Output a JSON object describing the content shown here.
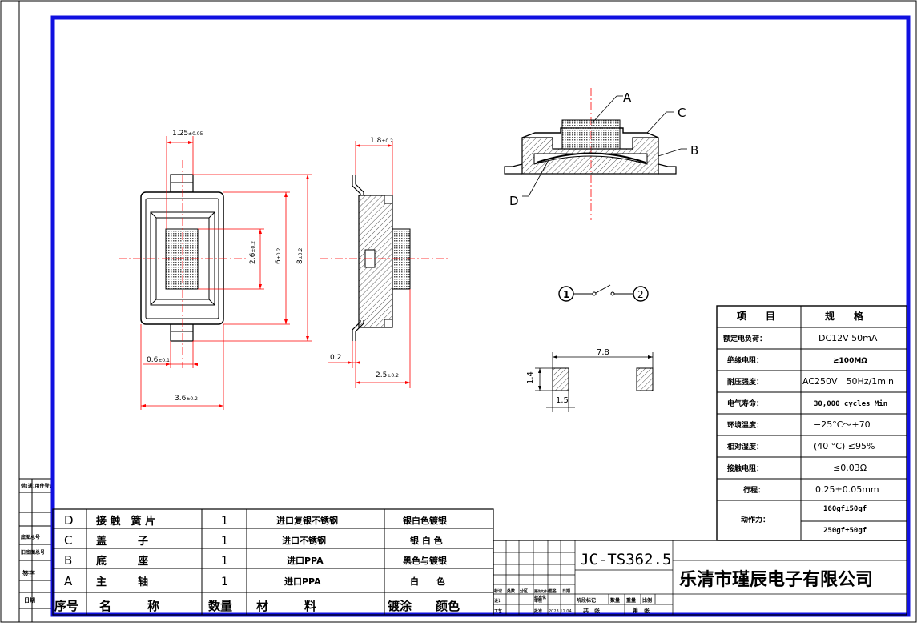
{
  "colors": {
    "frame": "#1010e0",
    "dim": "#ff0000",
    "line": "#000000",
    "hatch": "#444444"
  },
  "front_view": {
    "dim_top": "1.25",
    "dim_top_tol": "±0.05",
    "dim_inner": "2.6",
    "dim_inner_tol": "±0.2",
    "dim_mid": "6",
    "dim_mid_tol": "±0.2",
    "dim_outer": "8",
    "dim_outer_tol": "±0.2",
    "dim_foot": "0.6",
    "dim_foot_tol": "±0.1",
    "dim_width": "3.6",
    "dim_width_tol": "±0.2"
  },
  "side_view": {
    "dim_top": "1.8",
    "dim_top_tol": "±0.2",
    "dim_thin": "0.2",
    "dim_depth": "2.5",
    "dim_depth_tol": "±0.2"
  },
  "section_view": {
    "label_a": "A",
    "label_b": "B",
    "label_c": "C",
    "label_d": "D"
  },
  "circuit": {
    "terminal_1": "1",
    "terminal_2": "2"
  },
  "pad_layout": {
    "dim_span": "7.8",
    "dim_height": "1.4",
    "dim_width": "1.5"
  },
  "spec_table": {
    "header_item": "项　　目",
    "header_spec": "规　　格",
    "rows": [
      {
        "label": "额定电负荷：",
        "value": "DC12V 50mA"
      },
      {
        "label": "绝缘电阻：",
        "value": "≥100MΩ"
      },
      {
        "label": "耐压强度：",
        "value": "AC250V　50Hz/1min"
      },
      {
        "label": "电气寿命：",
        "value": "30,000 cycles Min"
      },
      {
        "label": "环境温度：",
        "value": "−25°C～+70"
      },
      {
        "label": "相对湿度：",
        "value": "(40 °C) ≤95%"
      },
      {
        "label": "接触电阻：",
        "value": "≤0.03Ω"
      },
      {
        "label": "行程：",
        "value": "0.25±0.05mm"
      }
    ],
    "force_label": "动作力：",
    "force_values": [
      "160gf±50gf",
      "250gf±50gf"
    ]
  },
  "bom": {
    "header": {
      "no": "序号",
      "name": "名　　　称",
      "qty": "数量",
      "material": "材　　　料",
      "plating": "镀涂　　颜色"
    },
    "rows": [
      {
        "no": "D",
        "name": "接 触　簧 片",
        "qty": "1",
        "material": "进口复银不锈钢",
        "plating": "银白色镀银"
      },
      {
        "no": "C",
        "name": "盖　　　子",
        "qty": "1",
        "material": "进口不锈钢",
        "plating": "银 白 色"
      },
      {
        "no": "B",
        "name": "底　　　座",
        "qty": "1",
        "material": "进口PPA",
        "plating": "黑色与镀银"
      },
      {
        "no": "A",
        "name": "主　　　轴",
        "qty": "1",
        "material": "进口PPA",
        "plating": "白　　色"
      }
    ]
  },
  "title_block": {
    "model": "JC-TS362.5",
    "company": "乐清市瑾辰电子有限公司",
    "date": "2023.11.04",
    "small_labels": [
      "标记",
      "处数",
      "分区",
      "更改文件号",
      "签名",
      "日期",
      "设计",
      "审核",
      "工艺",
      "标准化",
      "批准",
      "阶段标记",
      "数量",
      "重量",
      "比例",
      "共　张",
      "第　张"
    ]
  },
  "left_strip": [
    "借(通)用件登记",
    "旧底图总号",
    "底图总号",
    "签字",
    "日期"
  ]
}
